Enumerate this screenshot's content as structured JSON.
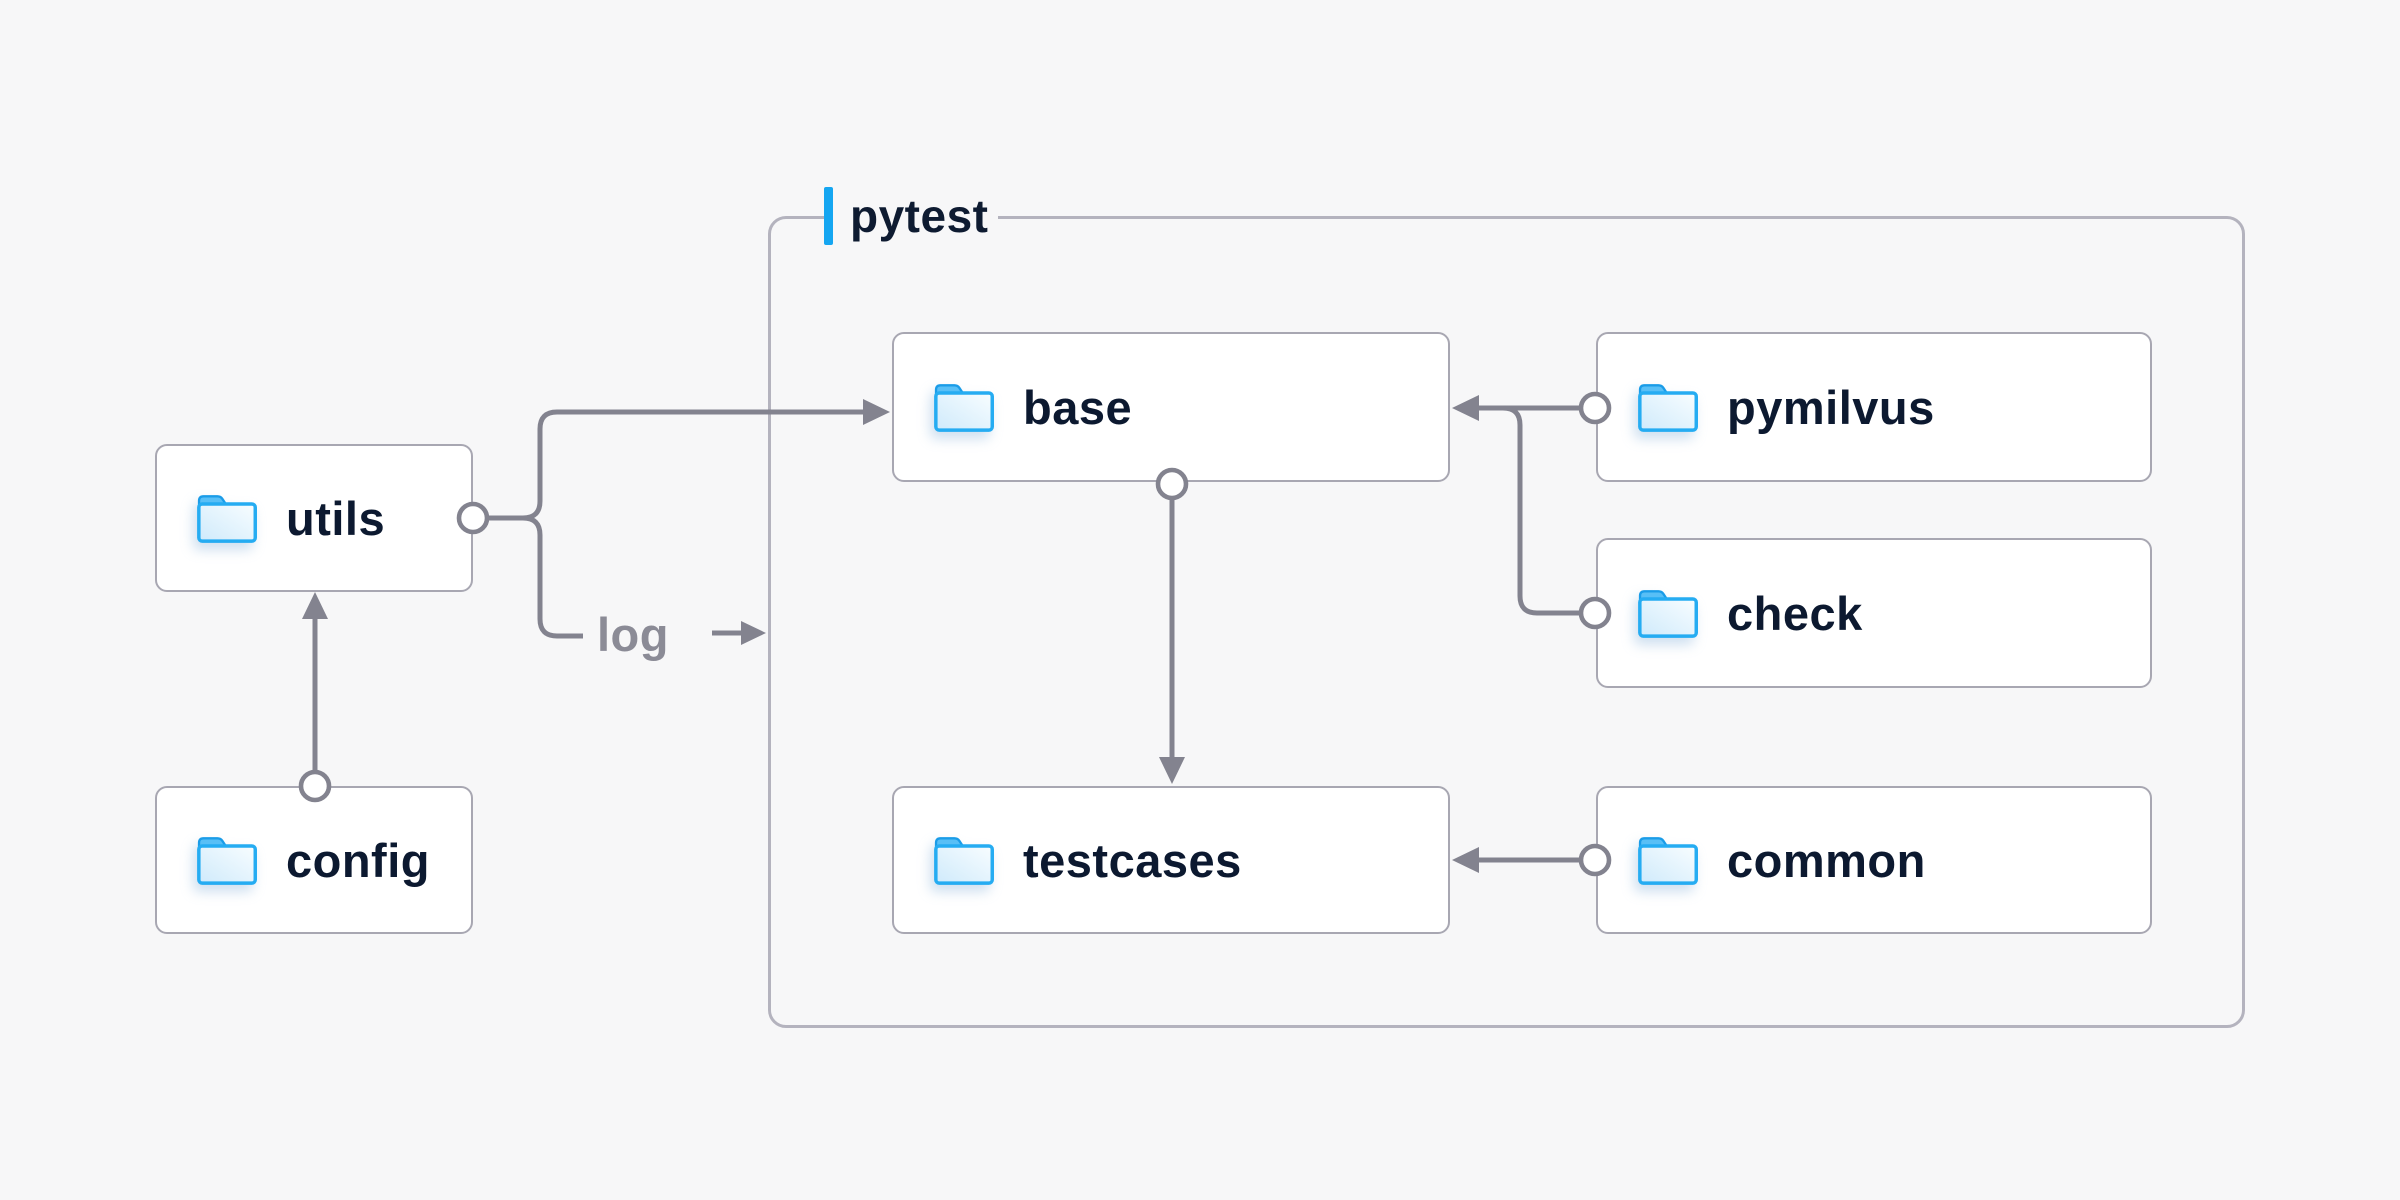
{
  "diagram": {
    "group": {
      "label": "pytest"
    },
    "log": {
      "label": "log"
    },
    "nodes": {
      "utils": {
        "label": "utils"
      },
      "config": {
        "label": "config"
      },
      "base": {
        "label": "base"
      },
      "pymilvus": {
        "label": "pymilvus"
      },
      "check": {
        "label": "check"
      },
      "testcases": {
        "label": "testcases"
      },
      "common": {
        "label": "common"
      }
    },
    "edges": [
      {
        "from": "config",
        "to": "utils"
      },
      {
        "from": "utils",
        "to": "base"
      },
      {
        "from": "utils",
        "to": "log"
      },
      {
        "from": "pymilvus",
        "to": "base"
      },
      {
        "from": "check",
        "to": "base"
      },
      {
        "from": "base",
        "to": "testcases"
      },
      {
        "from": "common",
        "to": "testcases"
      }
    ],
    "colors": {
      "background": "#f7f7f8",
      "node_fill": "#ffffff",
      "node_border": "#a8a7b2",
      "group_border": "#b4b3be",
      "label_text": "#0c1930",
      "connector": "#83838f",
      "muted_text": "#8b8b96",
      "accent": "#15a6f1",
      "folder_stroke": "#25acf2",
      "folder_tab": "#58bff6"
    }
  }
}
